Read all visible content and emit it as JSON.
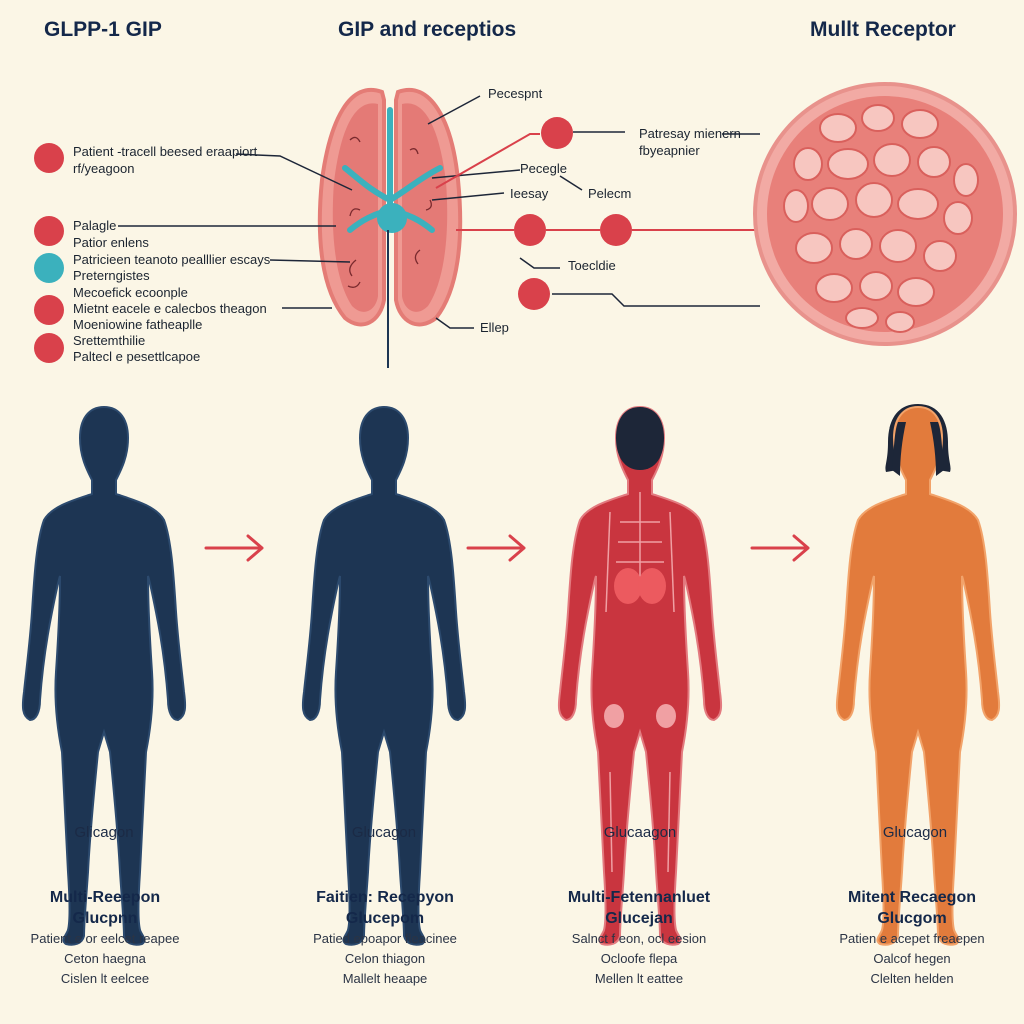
{
  "titles": {
    "left": "GLPP-1 GIP",
    "center": "GIP and receptios",
    "right": "Mullt Receptor"
  },
  "legend": [
    {
      "color": "#d9414b",
      "lines": [
        "Patient -tracell beesed eraapiort",
        "rf/yeagoon"
      ]
    },
    {
      "color": "#d9414b",
      "lines": [
        "Palagle",
        "Patior enlens"
      ]
    },
    {
      "color": "#3bb1bd",
      "lines": [
        "Patricieen teanoto pealllier escays",
        "Preterngistes"
      ]
    },
    {
      "color": "#d9414b",
      "lines": [
        "Mecoefick ecoonple",
        "Mietnt eacele e calecbos theagon"
      ]
    },
    {
      "color": "#d9414b",
      "lines": [
        "Moeniowine fatheaplle",
        "Srettemthilie",
        "Paltecl e pesettlcapoe"
      ]
    }
  ],
  "callouts": {
    "top": "Pecespnt",
    "right_top": [
      "Patresay mienern",
      "fbyeapnier"
    ],
    "mid": "Pecegle",
    "mid2": "Pelecm",
    "left_mid": "Ieesay",
    "right_low": "Toecldie",
    "bottom": "Ellep"
  },
  "colors": {
    "accent_red": "#d9414b",
    "accent_teal": "#3bb1bd",
    "figure_navy": "#1d3553",
    "figure_red": "#c9353f",
    "figure_orange": "#e27b3c"
  },
  "figures": [
    {
      "label": "Glicagon"
    },
    {
      "label": "Glucagon"
    },
    {
      "label": "Glucaagon"
    },
    {
      "label": "Glucagon"
    }
  ],
  "captions": [
    {
      "head": [
        "Multi-Reeepon",
        "Glucpnn"
      ],
      "sub": [
        "Patient e or eelcet reapee",
        "Ceton haegna",
        "Cislen lt eelcee"
      ]
    },
    {
      "head": [
        "Faitien: Recepyon",
        "Glucepom"
      ],
      "sub": [
        "Patied epoapor fleacinee",
        "Celon thiagon",
        "Mallelt heaape"
      ]
    },
    {
      "head": [
        "Multi-Fetennanluet",
        "Glucejan"
      ],
      "sub": [
        "Salnct f eon, ocl eesion",
        "Ocloofe flepa",
        "Mellen lt eattee"
      ]
    },
    {
      "head": [
        "Mitent Recaegon",
        "Glucgom"
      ],
      "sub": [
        "Patien e acepet freaepen",
        "Oalcof hegen",
        "Clelten helden"
      ]
    }
  ]
}
